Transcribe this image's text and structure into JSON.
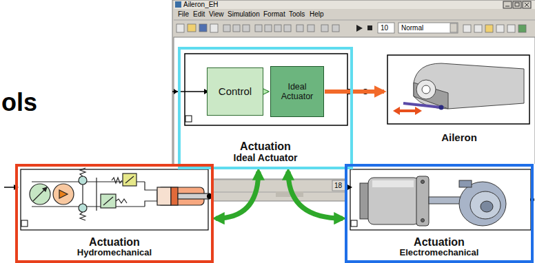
{
  "diagram": {
    "nodes": [
      {
        "text": [
          "Actuation",
          "Ideal Actuator"
        ]
      },
      {
        "text": [
          "Control"
        ],
        "in": 0
      },
      {
        "text": [
          "Ideal Actuator"
        ],
        "in": 0
      },
      {
        "text": [
          "Aileron"
        ]
      },
      {
        "text": [
          "Actuation",
          "Hydromechanical"
        ]
      },
      {
        "text": [
          "Actuation",
          "Electromechanical"
        ]
      }
    ],
    "edges": [
      {
        "from": 1,
        "to": 2,
        "arrow": "to"
      },
      {
        "from": 2,
        "to": 3,
        "arrow": "to"
      },
      {
        "from": 0,
        "to": 4,
        "arrow": "both"
      },
      {
        "from": 0,
        "to": 5,
        "arrow": "both"
      }
    ],
    "labels": [
      "ols",
      "Aileron_EH",
      "File",
      "Edit",
      "View",
      "Simulation",
      "Format",
      "Tools",
      "Help",
      "10",
      "Normal",
      "18"
    ]
  }
}
